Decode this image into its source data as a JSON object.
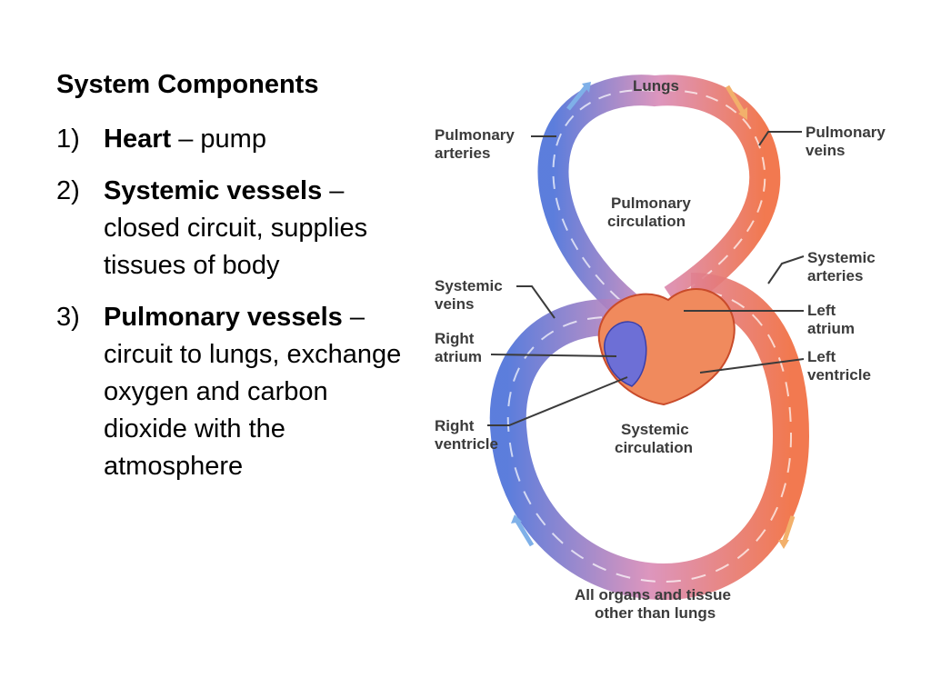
{
  "heading": "System Components",
  "items": [
    {
      "num": "1)",
      "term": "Heart",
      "desc": " – pump"
    },
    {
      "num": "2)",
      "term": "Systemic vessels",
      "desc": " – closed circuit, supplies tissues of body"
    },
    {
      "num": "3)",
      "term": "Pulmonary vessels",
      "desc": " – circuit to lungs, exchange oxygen and carbon dioxide with the atmosphere"
    }
  ],
  "diagram": {
    "lungs": "Lungs",
    "pulmonary_arteries": [
      "Pulmonary",
      "arteries"
    ],
    "pulmonary_veins": [
      "Pulmonary",
      "veins"
    ],
    "pulmonary_circulation": [
      "Pulmonary",
      "circulation"
    ],
    "systemic_arteries": [
      "Systemic",
      "arteries"
    ],
    "systemic_veins": [
      "Systemic",
      "veins"
    ],
    "left_atrium": [
      "Left",
      "atrium"
    ],
    "right_atrium": [
      "Right",
      "atrium"
    ],
    "left_ventricle": [
      "Left",
      "ventricle"
    ],
    "right_ventricle": [
      "Right",
      "ventricle"
    ],
    "systemic_circulation": [
      "Systemic",
      "circulation"
    ],
    "organs": [
      "All organs and tissue",
      "other than lungs"
    ]
  },
  "colors": {
    "oxygen_poor": "#4a6fd8",
    "oxygen_rich": "#f06a3c",
    "capillary": "#e58aa8",
    "label": "#3b3b3b"
  }
}
